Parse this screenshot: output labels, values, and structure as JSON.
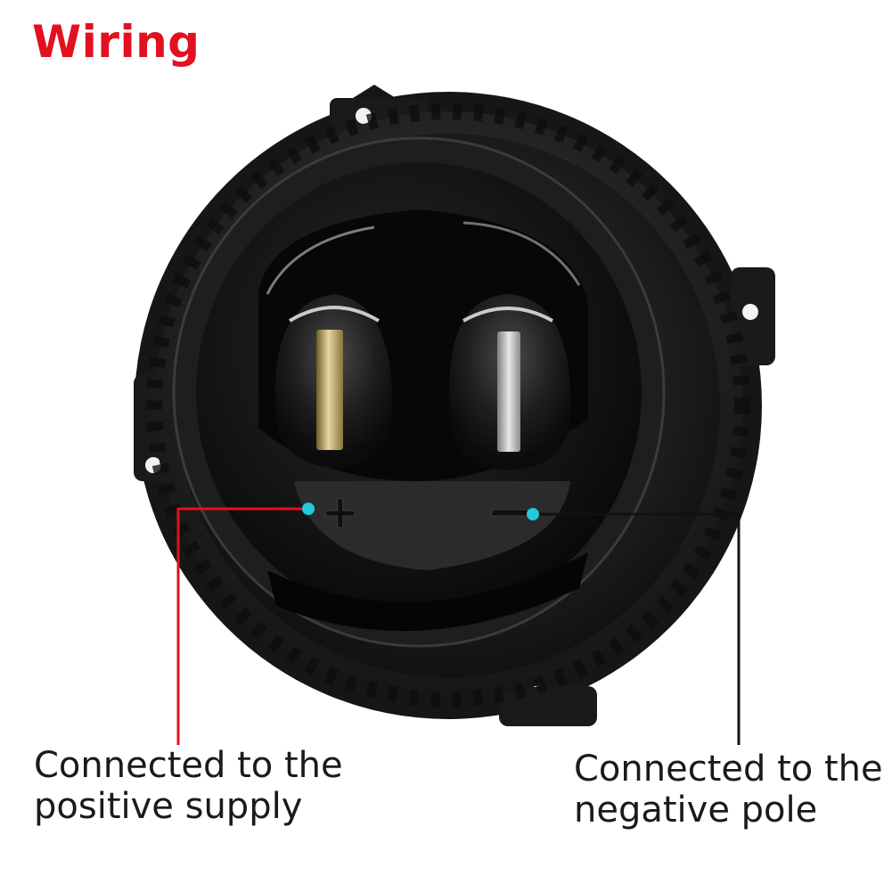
{
  "title": "Wiring",
  "terminals": {
    "positive_symbol": "+",
    "negative_symbol": "−"
  },
  "captions": {
    "positive": {
      "line1": "Connected to the",
      "line2": "positive supply"
    },
    "negative": {
      "line1": "Connected to the",
      "line2": "negative pole"
    }
  },
  "colors": {
    "title": "#e3101f",
    "positive_wire": "#e3101f",
    "negative_wire": "#111111",
    "marker_dot": "#22c8dc",
    "housing": "#1b1b1b"
  }
}
